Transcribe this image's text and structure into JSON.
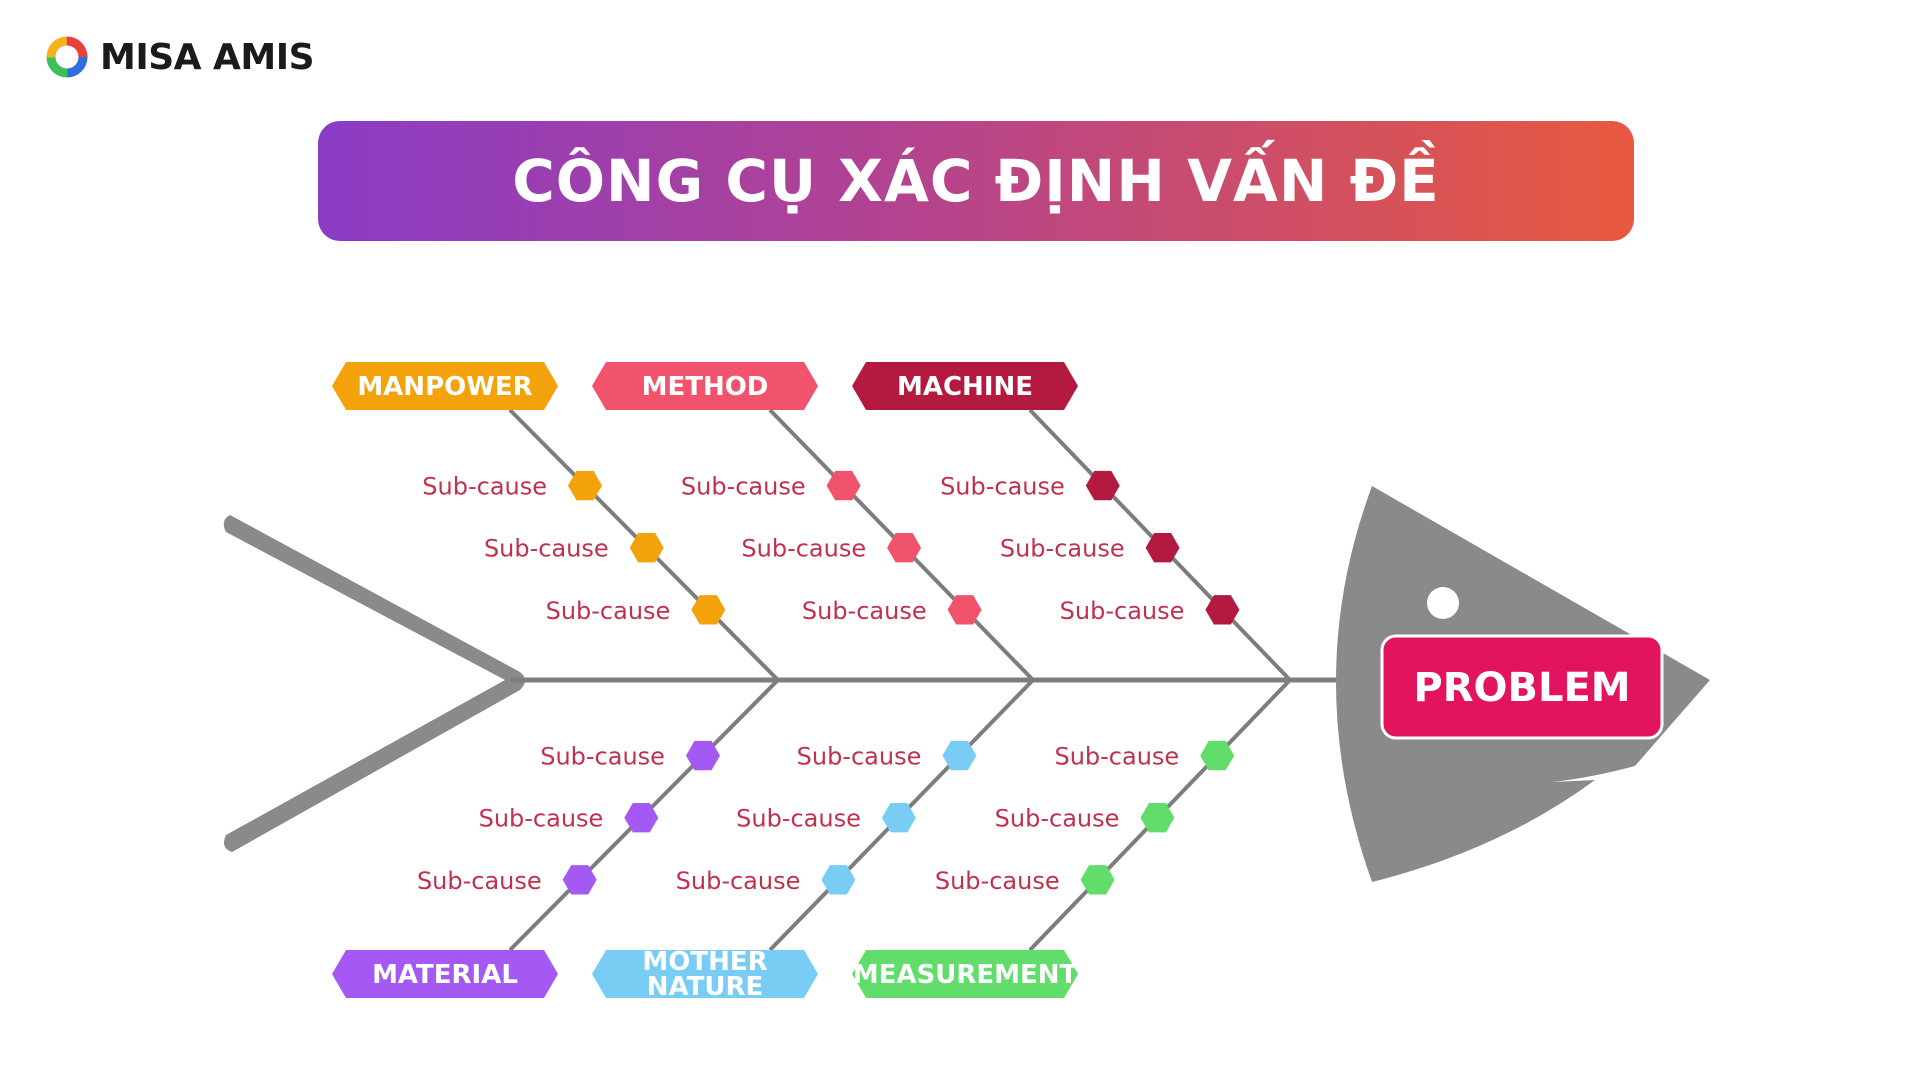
{
  "brand": {
    "name": "MISA AMIS",
    "icon": "misa-ring-logo-icon"
  },
  "title": "CÔNG CỤ XÁC ĐỊNH VẤN ĐỀ",
  "problem": "PROBLEM",
  "colors": {
    "spine": "#7d7d7d",
    "fish": "#8a8a8a",
    "problem_box": "#e2135f",
    "sub_text": "#c0314d"
  },
  "categories": [
    {
      "id": "manpower",
      "label": "MANPOWER",
      "position": "top",
      "color": "#f4a20b",
      "subcauses": [
        "Sub-cause",
        "Sub-cause",
        "Sub-cause"
      ]
    },
    {
      "id": "method",
      "label": "METHOD",
      "position": "top",
      "color": "#f2536c",
      "subcauses": [
        "Sub-cause",
        "Sub-cause",
        "Sub-cause"
      ]
    },
    {
      "id": "machine",
      "label": "MACHINE",
      "position": "top",
      "color": "#b41a40",
      "subcauses": [
        "Sub-cause",
        "Sub-cause",
        "Sub-cause"
      ]
    },
    {
      "id": "material",
      "label": "MATERIAL",
      "position": "bottom",
      "color": "#a459f3",
      "subcauses": [
        "Sub-cause",
        "Sub-cause",
        "Sub-cause"
      ]
    },
    {
      "id": "mother-nature",
      "label": "MOTHER NATURE",
      "position": "bottom",
      "color": "#79cdf5",
      "subcauses": [
        "Sub-cause",
        "Sub-cause",
        "Sub-cause"
      ]
    },
    {
      "id": "measurement",
      "label": "MEASUREMENT",
      "position": "bottom",
      "color": "#62dc6b",
      "subcauses": [
        "Sub-cause",
        "Sub-cause",
        "Sub-cause"
      ]
    }
  ]
}
